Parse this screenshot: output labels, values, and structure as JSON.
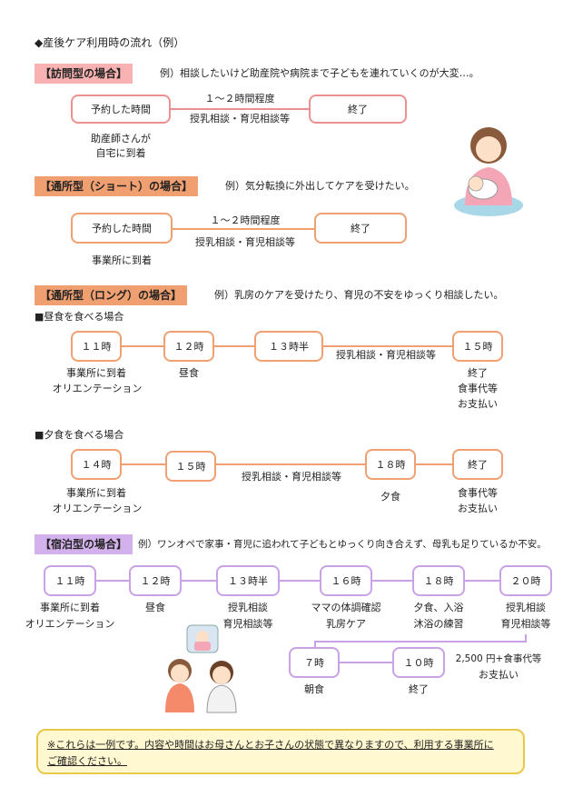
{
  "title": "◆産後ケア利用時の流れ（例）",
  "visit": {
    "header": "【訪問型の場合】",
    "example": "例）相談したいけど助産院や病院まで子どもを連れていくのが大変…。",
    "box_start": "予約した時間",
    "box_end": "終了",
    "duration": "１～２時間程度",
    "content": "授乳相談・育児相談等",
    "note1": "助産師さんが",
    "note2": "自宅に到着"
  },
  "short": {
    "header": "【通所型（ショート）の場合】",
    "example": "例）気分転換に外出してケアを受けたい。",
    "box_start": "予約した時間",
    "box_end": "終了",
    "duration": "１～２時間程度",
    "content": "授乳相談・育児相談等",
    "note": "事業所に到着"
  },
  "long": {
    "header": "【通所型（ロング）の場合】",
    "example": "例）乳房のケアを受けたり、育児の不安をゆっくり相談したい。",
    "lunch": {
      "label": "■昼食を食べる場合",
      "b1": "１１時",
      "b2": "１２時",
      "b3": "１３時半",
      "b4": "１５時",
      "mid": "授乳相談・育児相談等",
      "n1a": "事業所に到着",
      "n1b": "オリエンテーション",
      "n2": "昼食",
      "n4a": "終了",
      "n4b": "食事代等",
      "n4c": "お支払い"
    },
    "dinner": {
      "label": "■夕食を食べる場合",
      "b1": "１４時",
      "b2": "１５時",
      "b3": "１８時",
      "b4": "終了",
      "mid": "授乳相談・育児相談等",
      "n1a": "事業所に到着",
      "n1b": "オリエンテーション",
      "n3": "夕食",
      "n4a": "食事代等",
      "n4b": "お支払い"
    }
  },
  "stay": {
    "header": "【宿泊型の場合】",
    "example": "例）ワンオペで家事・育児に追われて子どもとゆっくり向き合えず、母乳も足りているか不安。",
    "b1": "１１時",
    "b2": "１２時",
    "b3": "１３時半",
    "b4": "１６時",
    "b5": "１８時",
    "b6": "２０時",
    "b7": "７時",
    "b8": "１０時",
    "n1a": "事業所に到着",
    "n1b": "オリエンテーション",
    "n2": "昼食",
    "n3a": "授乳相談",
    "n3b": "育児相談等",
    "n4a": "ママの体調確認",
    "n4b": "乳房ケア",
    "n5a": "夕食、入浴",
    "n5b": "沐浴の練習",
    "n6a": "授乳相談",
    "n6b": "育児相談等",
    "n7": "朝食",
    "n8": "終了",
    "pay1": "2,500 円+食事代等",
    "pay2": "お支払い"
  },
  "footer": {
    "line1": "※これらは一例です。内容や時間はお母さんとお子さんの状態で異なりますので、利用する事業所に",
    "line2": "ご確認ください。"
  },
  "colors": {
    "visit": "#f8b2b2",
    "orange": "#f0a070",
    "purple": "#d3b1ec",
    "footer_bg": "#fff8d0",
    "footer_border": "#e6c84a"
  }
}
